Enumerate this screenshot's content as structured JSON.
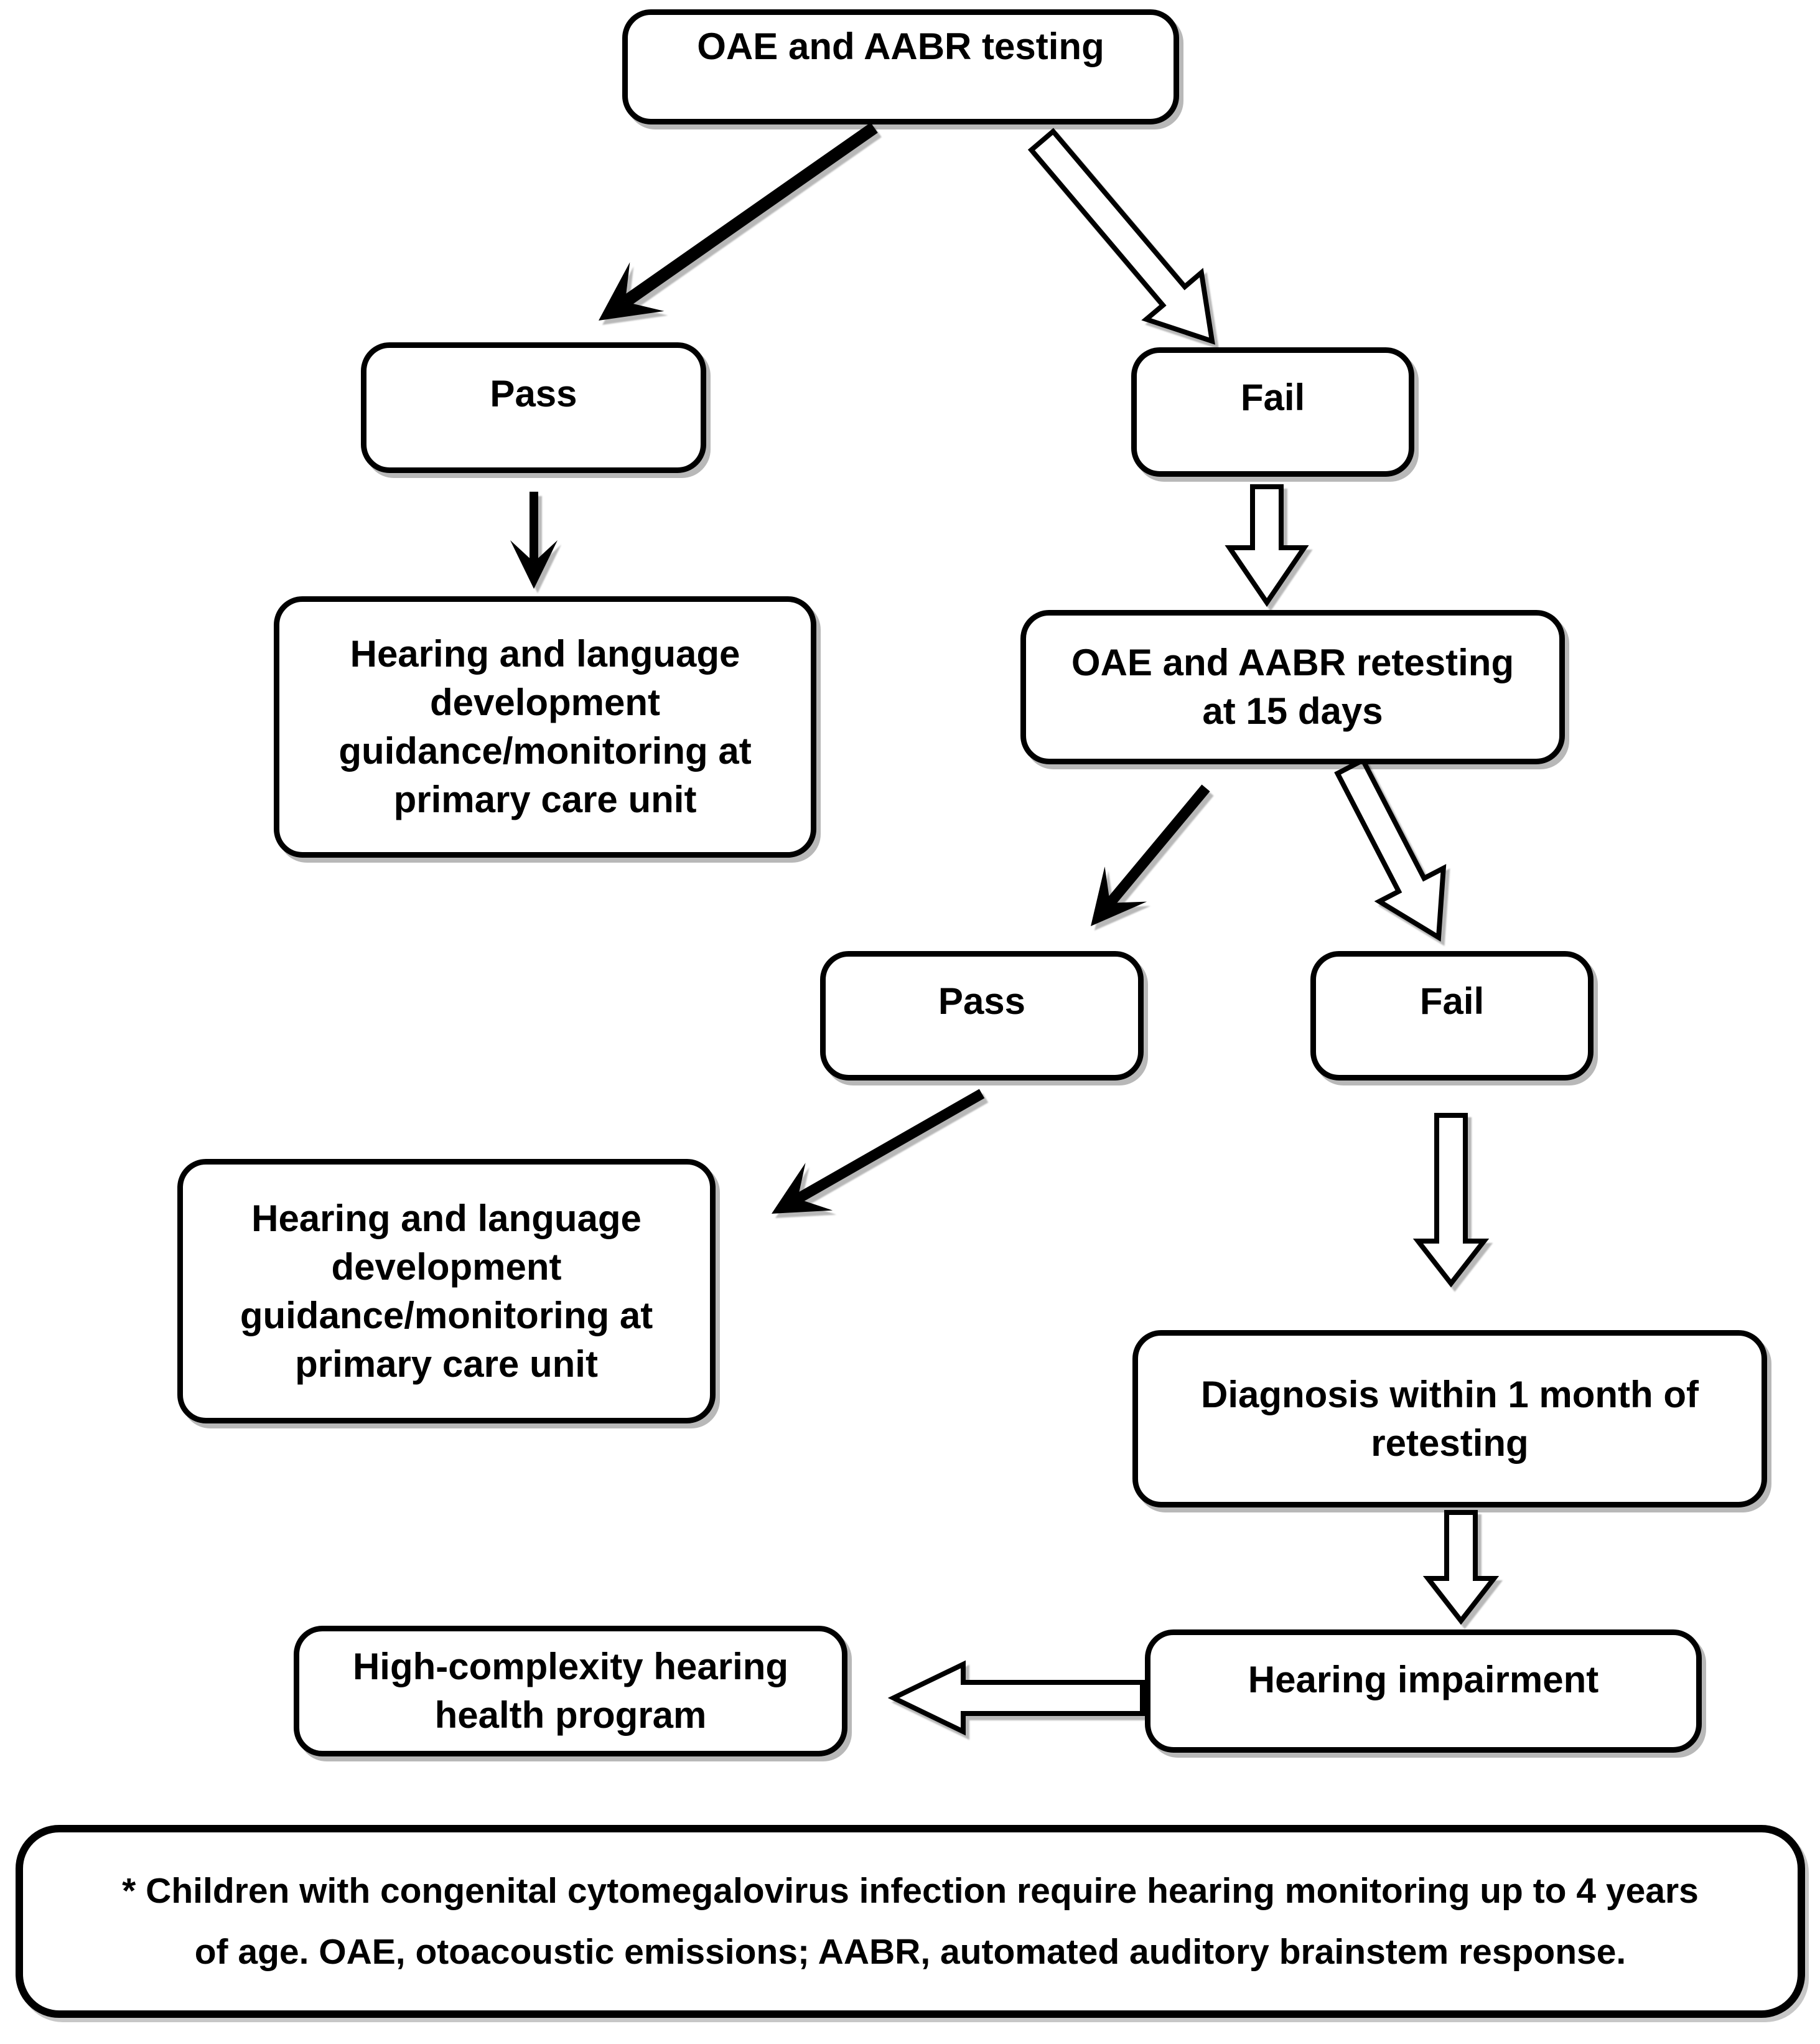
{
  "figure": {
    "type": "flowchart",
    "background_color": "#ffffff",
    "line_color": "#000000",
    "text_color": "#000000",
    "box_fill_color": "#ffffff",
    "nodes": [
      {
        "id": "testing",
        "label_lines": [
          "OAE and AABR testing"
        ]
      },
      {
        "id": "pass1",
        "label_lines": [
          "Pass"
        ]
      },
      {
        "id": "fail1",
        "label_lines": [
          "Fail"
        ]
      },
      {
        "id": "guidance1",
        "label_lines": [
          "Hearing and language",
          "development",
          "guidance/monitoring at",
          "primary care unit"
        ]
      },
      {
        "id": "retesting",
        "label_lines": [
          "OAE and AABR retesting",
          "at 15 days"
        ]
      },
      {
        "id": "pass2",
        "label_lines": [
          "Pass"
        ]
      },
      {
        "id": "fail2",
        "label_lines": [
          "Fail"
        ]
      },
      {
        "id": "guidance2",
        "label_lines": [
          "Hearing and language",
          "development",
          "guidance/monitoring at",
          "primary care unit"
        ]
      },
      {
        "id": "diagnosis",
        "label_lines": [
          "Diagnosis within 1 month of",
          "retesting"
        ]
      },
      {
        "id": "impairment",
        "label_lines": [
          "Hearing impairment"
        ]
      },
      {
        "id": "program",
        "label_lines": [
          "High-complexity hearing",
          "health program"
        ]
      },
      {
        "id": "footnote",
        "label_lines": [
          "* Children with congenital cytomegalovirus infection require hearing monitoring up to 4 years",
          "of age. OAE, otoacoustic emissions; AABR, automated auditory brainstem response."
        ]
      }
    ],
    "edges": [
      {
        "from": "testing",
        "to": "pass1",
        "arrow_style": "solid-black"
      },
      {
        "from": "testing",
        "to": "fail1",
        "arrow_style": "hollow-outline"
      },
      {
        "from": "pass1",
        "to": "guidance1",
        "arrow_style": "solid-black"
      },
      {
        "from": "fail1",
        "to": "retesting",
        "arrow_style": "hollow-outline"
      },
      {
        "from": "retesting",
        "to": "pass2",
        "arrow_style": "solid-black"
      },
      {
        "from": "retesting",
        "to": "fail2",
        "arrow_style": "hollow-outline"
      },
      {
        "from": "pass2",
        "to": "guidance2",
        "arrow_style": "solid-black"
      },
      {
        "from": "fail2",
        "to": "diagnosis",
        "arrow_style": "hollow-outline"
      },
      {
        "from": "diagnosis",
        "to": "impairment",
        "arrow_style": "hollow-outline"
      },
      {
        "from": "impairment",
        "to": "program",
        "arrow_style": "hollow-outline"
      }
    ]
  }
}
